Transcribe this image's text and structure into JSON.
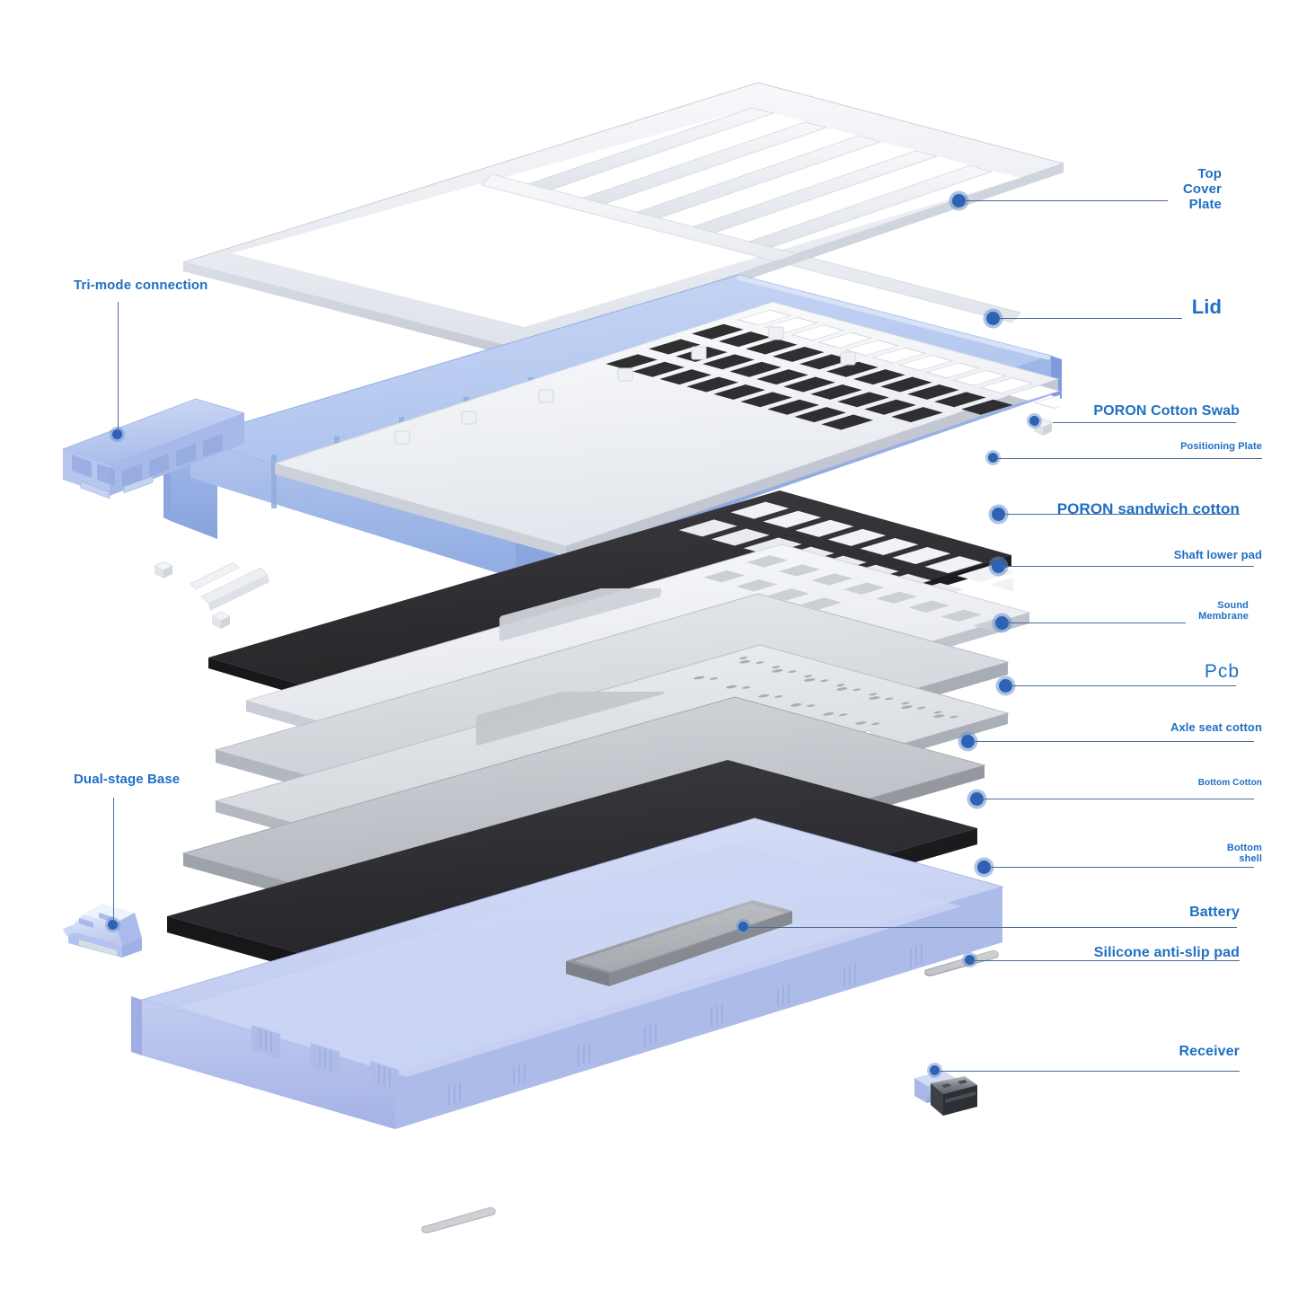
{
  "diagram": {
    "title": "Mechanical keyboard exploded view",
    "type": "exploded-assembly",
    "accent_color": "#1f6fc4",
    "leader_color": "#4a6b92",
    "dot_color": "#2f62b4",
    "background": "#ffffff"
  },
  "palette": {
    "lid_blue": "#a9c0ec",
    "lid_blue_dark": "#7f9fdd",
    "bottom_shell_blue": "#c3cdf0",
    "bottom_shell_blue_dark": "#9aa9e0",
    "plate_white": "#eef0f4",
    "plate_white_dark": "#d6dae1",
    "cotton_black": "#303033",
    "cotton_black_dark": "#1d1d20",
    "pcb_gray": "#d9dce0",
    "pcb_gray_dark": "#b7bbc1",
    "axle_gray": "#b9bcc0",
    "axle_gray_dark": "#9b9ea3",
    "battery_gray": "#8d9196",
    "silicone_gray": "#b5b8bc",
    "metal_usb": "#9ea2a8"
  },
  "labels_right": [
    {
      "id": "top-cover-plate",
      "text": "Top\nCover\nPlate",
      "size": 15,
      "weight": "bold"
    },
    {
      "id": "lid",
      "text": "Lid",
      "size": 22,
      "weight": "bold"
    },
    {
      "id": "poron-cotton-swab",
      "text": "PORON Cotton Swab",
      "size": 16,
      "weight": "bold"
    },
    {
      "id": "positioning-plate",
      "text": "Positioning Plate",
      "size": 11,
      "weight": "bold"
    },
    {
      "id": "poron-sandwich",
      "text": "PORON sandwich cotton",
      "size": 17,
      "weight": "bold"
    },
    {
      "id": "shaft-lower-pad",
      "text": "Shaft lower pad",
      "size": 13,
      "weight": "bold"
    },
    {
      "id": "sound-membrane",
      "text": "Sound\nMembrane",
      "size": 11,
      "weight": "bold"
    },
    {
      "id": "pcb",
      "text": "Pcb",
      "size": 21,
      "weight": "normal"
    },
    {
      "id": "axle-seat-cotton",
      "text": "Axle seat cotton",
      "size": 13,
      "weight": "bold"
    },
    {
      "id": "bottom-cotton",
      "text": "Bottom Cotton",
      "size": 10,
      "weight": "bold"
    },
    {
      "id": "bottom-shell",
      "text": "Bottom\nshell",
      "size": 11,
      "weight": "bold"
    },
    {
      "id": "battery",
      "text": "Battery",
      "size": 16,
      "weight": "bold"
    },
    {
      "id": "silicone-pad",
      "text": "Silicone anti-slip pad",
      "size": 16,
      "weight": "bold"
    },
    {
      "id": "receiver",
      "text": "Receiver",
      "size": 16,
      "weight": "bold"
    }
  ],
  "labels_left": [
    {
      "id": "tri-mode-connection",
      "text": "Tri-mode connection",
      "size": 15,
      "weight": "bold"
    },
    {
      "id": "dual-stage-base",
      "text": "Dual-stage Base",
      "size": 15,
      "weight": "bold"
    }
  ],
  "parts": {
    "top_cover_plate": "Top Cover Plate",
    "lid": "Lid",
    "poron_cotton_swab": "PORON Cotton Swab",
    "positioning_plate": "Positioning Plate",
    "poron_sandwich_cotton": "PORON sandwich cotton",
    "shaft_lower_pad": "Shaft lower pad",
    "sound_membrane": "Sound Membrane",
    "pcb": "Pcb",
    "axle_seat_cotton": "Axle seat cotton",
    "bottom_cotton": "Bottom Cotton",
    "bottom_shell": "Bottom shell",
    "battery": "Battery",
    "silicone_anti_slip_pad": "Silicone anti-slip pad",
    "receiver": "Receiver",
    "tri_mode_panel": "Tri-mode connection panel",
    "dual_stage_base": "Dual-stage Base foot",
    "stabilizer_bar": "Stabilizer bar",
    "loose_nub": "Switch nub"
  }
}
